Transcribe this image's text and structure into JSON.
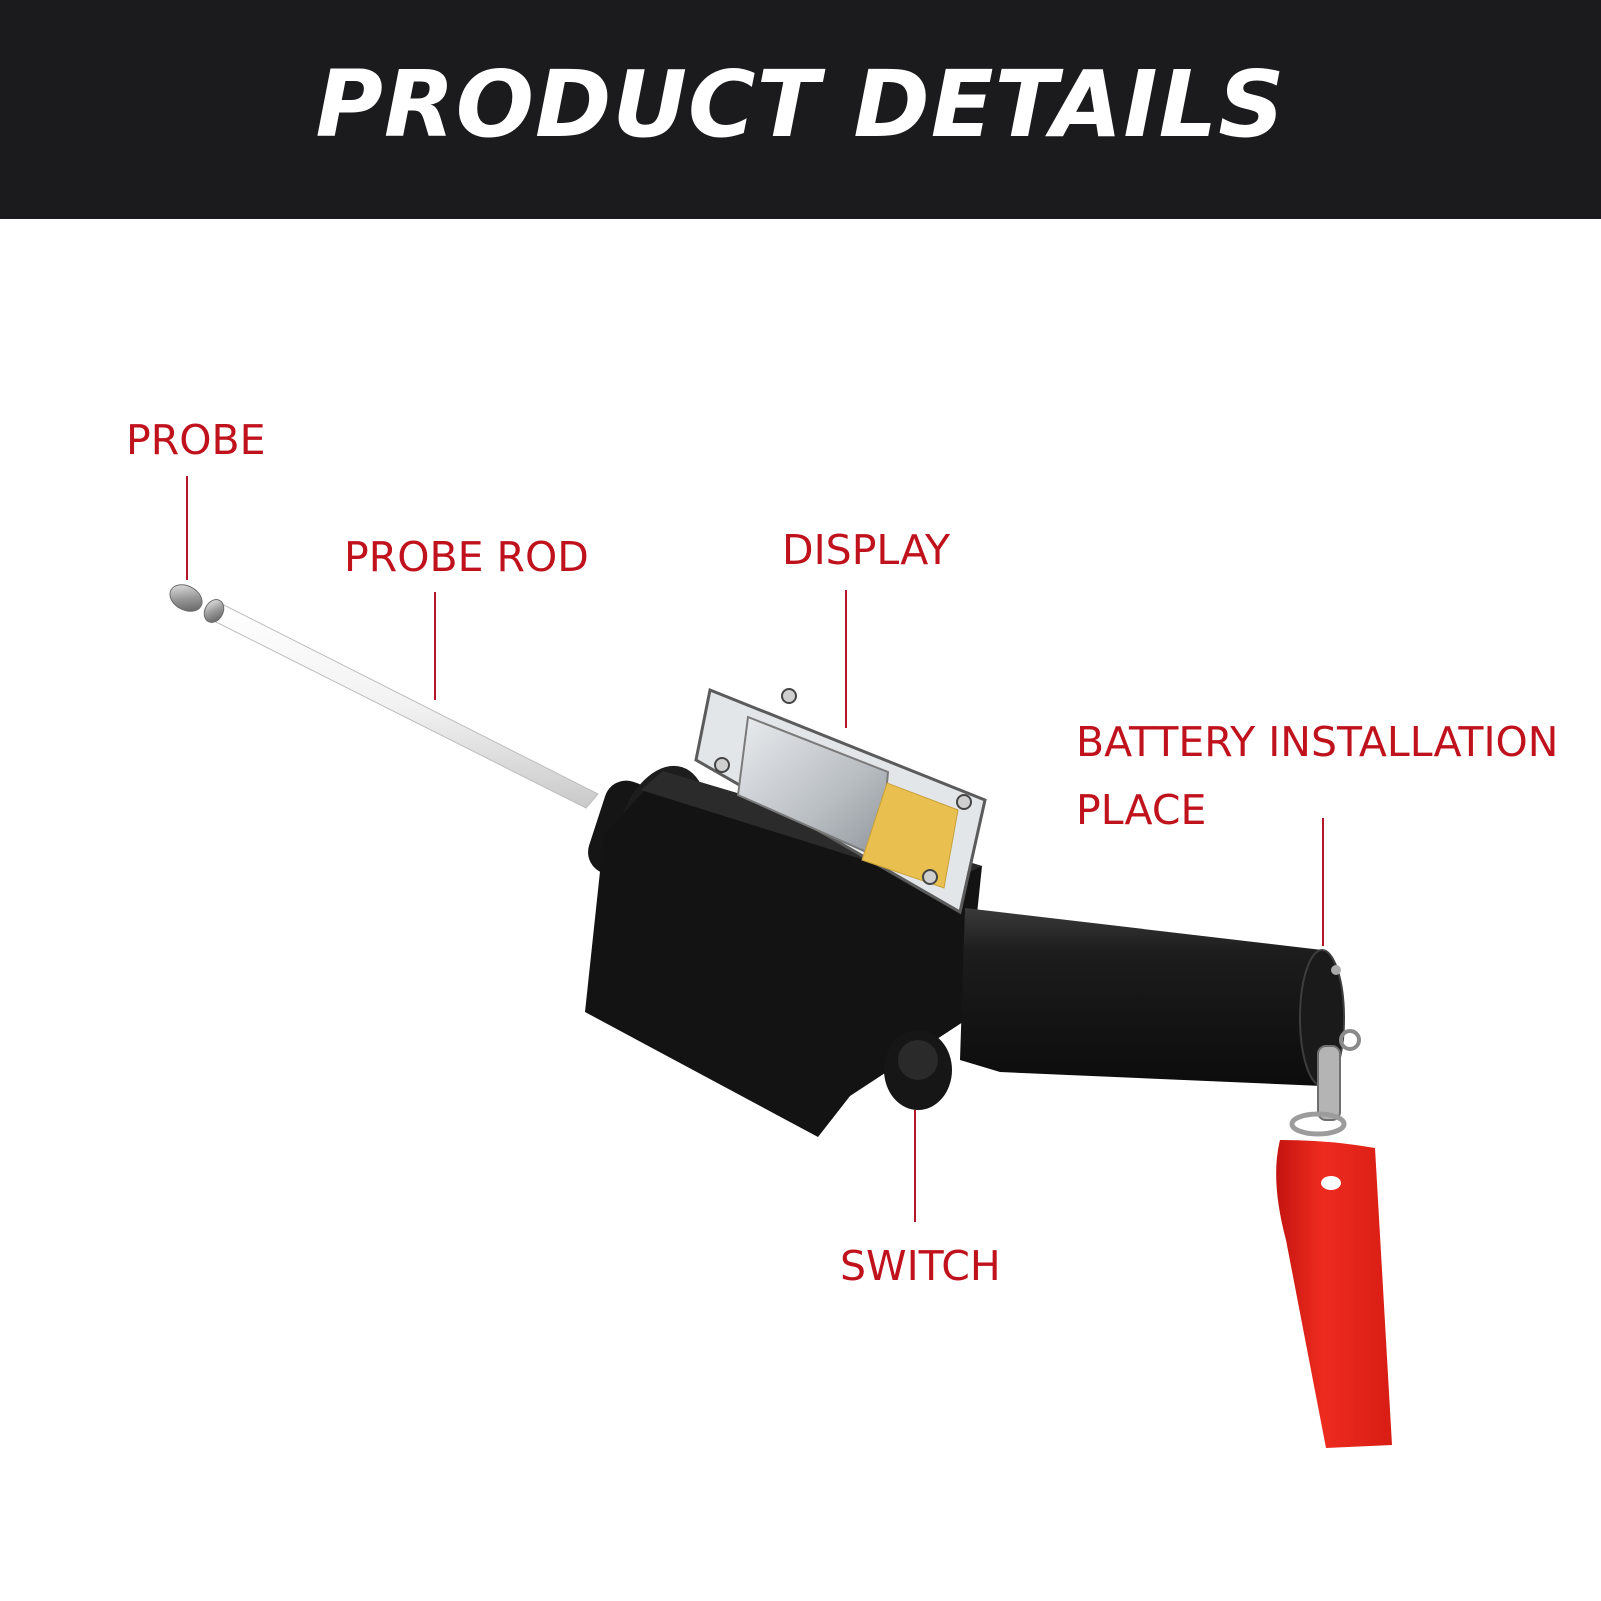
{
  "header": {
    "title": "PRODUCT DETAILS"
  },
  "labels": {
    "probe": "PROBE",
    "probe_rod": "PROBE ROD",
    "display": "DISPLAY",
    "battery_line1": "BATTERY INSTALLATION",
    "battery_line2": "PLACE",
    "switch": "SWITCH"
  },
  "colors": {
    "header_background": "#1b1b1d",
    "header_text": "#ffffff",
    "label_text": "#c0121c",
    "leader_line": "#b5152a",
    "device_body": "#141414",
    "lanyard": "#e2231a"
  }
}
